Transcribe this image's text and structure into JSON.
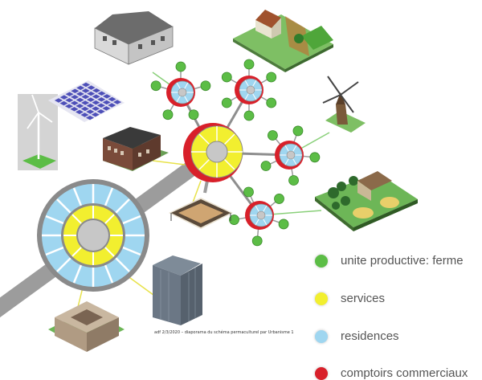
{
  "legend": {
    "farm": {
      "label": "unite productive: ferme",
      "color": "#5cbd46"
    },
    "services": {
      "label": "services",
      "color": "#f2ef2f"
    },
    "residences": {
      "label": "residences",
      "color": "#9fd6f0"
    },
    "commerce": {
      "label": "comptoirs commerciaux",
      "color": "#d8202a"
    }
  },
  "caption": "adf 2/3/2020 – diaporama du schéma permaculturel par Urbanisme 1",
  "colors": {
    "road": "#9c9c9c",
    "hub_red": "#d8202a",
    "services_yellow": "#f2ef2f",
    "residence_blue": "#9fd6f0",
    "farm_green": "#5cbd46",
    "core_gray": "#c7c7c7",
    "connector": "#8ad07a"
  },
  "illustrations": [
    "row-houses-icon",
    "farm-buildings-icon",
    "windmill-icon",
    "wind-turbine-icon",
    "solar-panels-icon",
    "brick-building-icon",
    "forest-farm-icon",
    "pavilion-icon",
    "office-tower-icon",
    "courtyard-building-icon"
  ]
}
